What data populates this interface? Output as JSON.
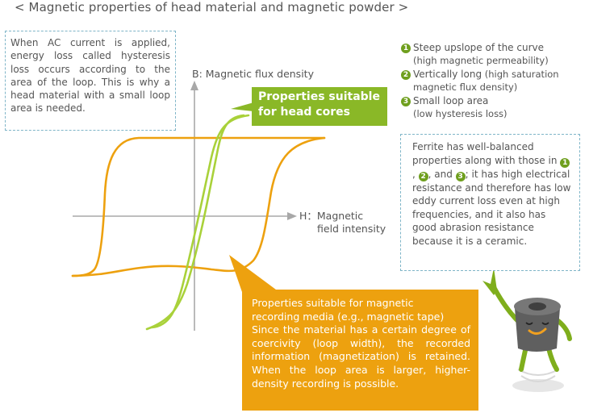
{
  "title": "< Magnetic properties of head material and magnetic powder >",
  "hysteresis_note": "When AC current is applied, energy loss called hysteresis loss occurs according to the area of the loop. This is why a head material with a small loop area is needed.",
  "axes": {
    "y_label": "B: Magnetic flux density",
    "x_label_line1": "H：Magnetic",
    "x_label_line2": "field intensity"
  },
  "properties": [
    {
      "num": "1",
      "main": "Steep upslope of the curve",
      "sub": "(high magnetic permeability)"
    },
    {
      "num": "2",
      "main": "Vertically long",
      "main_sub": " (high saturation",
      "sub": "magnetic flux density)"
    },
    {
      "num": "3",
      "main": "Small loop area",
      "sub": "(low hysteresis loss)"
    }
  ],
  "head_callout": {
    "line1": "Properties suitable",
    "line2": "for head cores"
  },
  "ferrite_note": {
    "before": "Ferrite has well-balanced properties along with those in ",
    "n1": "1",
    "sep1": ", ",
    "n2": "2",
    "sep2": ", and ",
    "n3": "3",
    "after": "; it has high electrical resistance and therefore has low eddy current loss even at high frequencies, and it also has good abrasion resistance because it is a ceramic."
  },
  "media_callout": {
    "line1": "Properties suitable for magnetic",
    "line2": "recording media (e.g., magnetic tape)",
    "body": "Since the material has a certain degree of coercivity (loop width), the recorded information (magnetization) is retained. When the loop area is larger, higher-density recording is possible."
  },
  "colors": {
    "media_loop": "#eda10f",
    "head_loop": "#a9d13a",
    "head_box": "#8ab827",
    "media_box": "#eda10f",
    "axis": "#a8a8a8",
    "dashed_border": "#7fb5c8",
    "number_badge": "#6f9f1e"
  }
}
